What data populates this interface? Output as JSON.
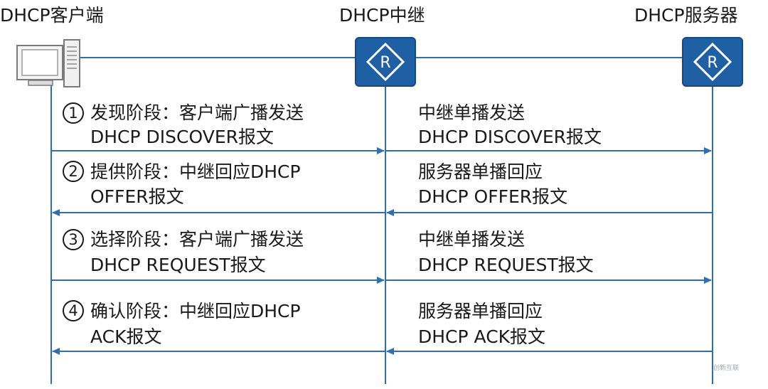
{
  "colors": {
    "line": "#2f6fae",
    "arrow": "#2f6fae",
    "router_fill": "#1f5fa3",
    "router_border": "#174a82",
    "pc_stroke": "#7a7a7a",
    "pc_fill": "#f2f2f2"
  },
  "participants": [
    {
      "id": "client",
      "title": "DHCP客户端",
      "icon": "computer-icon"
    },
    {
      "id": "relay",
      "title": "DHCP中继",
      "icon": "router-icon",
      "icon_letter": "R"
    },
    {
      "id": "server",
      "title": "DHCP服务器",
      "icon": "router-icon",
      "icon_letter": "R"
    }
  ],
  "phases": [
    {
      "number": "1",
      "left_lines": [
        "发现阶段：客户端广播发送",
        "DHCP DISCOVER报文"
      ],
      "right_lines": [
        "中继单播发送",
        "DHCP DISCOVER报文"
      ],
      "direction": "right"
    },
    {
      "number": "2",
      "left_lines": [
        "提供阶段：中继回应DHCP",
        "OFFER报文"
      ],
      "right_lines": [
        "服务器单播回应",
        "DHCP OFFER报文"
      ],
      "direction": "left"
    },
    {
      "number": "3",
      "left_lines": [
        "选择阶段：客户端广播发送",
        "DHCP REQUEST报文"
      ],
      "right_lines": [
        "中继单播发送",
        "DHCP REQUEST报文"
      ],
      "direction": "right"
    },
    {
      "number": "4",
      "left_lines": [
        "确认阶段：中继回应DHCP",
        "ACK报文"
      ],
      "right_lines": [
        "服务器单播回应",
        "DHCP ACK报文"
      ],
      "direction": "left"
    }
  ],
  "watermark": "创新互联"
}
